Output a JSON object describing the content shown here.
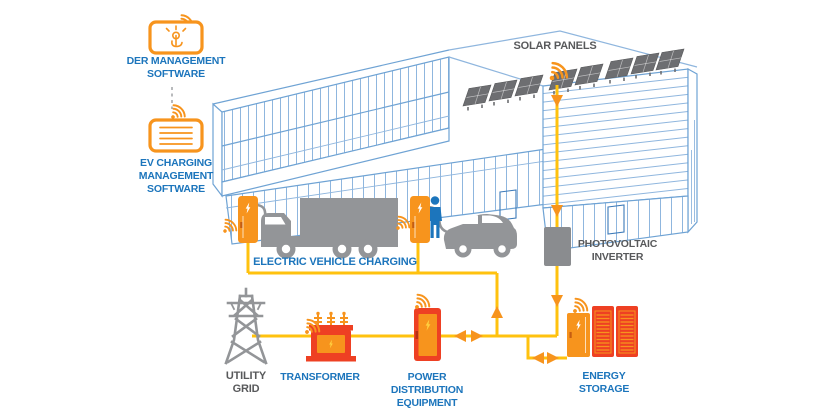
{
  "colors": {
    "blue_label": "#1C75BC",
    "gray_label": "#58595B",
    "orange": "#F7941D",
    "orange_dark": "#C65D11",
    "red": "#EE4023",
    "red_dark": "#B53117",
    "yellow_line": "#FFC20E",
    "bolt_yellow": "#FFD040",
    "gray_equipment": "#939598",
    "gray_dark": "#6D6E71",
    "inverter_gray": "#8A8C8F",
    "building_line": "#8FB6DE",
    "building_line_dark": "#6FA3D4",
    "building_accent": "#3B79B8",
    "dashed_gray": "#A7A9AC",
    "person_blue": "#1C75BC"
  },
  "software": {
    "der_label": "DER MANAGEMENT SOFTWARE",
    "ev_label": "EV CHARGING MANAGEMENT SOFTWARE"
  },
  "labels": {
    "solar_panels": "SOLAR PANELS",
    "pv_inverter": "PHOTOVOLTAIC INVERTER",
    "ev_charging": "ELECTRIC VEHICLE CHARGING",
    "utility_grid": "UTILITY GRID",
    "transformer": "TRANSFORMER",
    "power_distribution": "POWER DISTRIBUTION EQUIPMENT",
    "energy_storage": "ENERGY STORAGE"
  }
}
